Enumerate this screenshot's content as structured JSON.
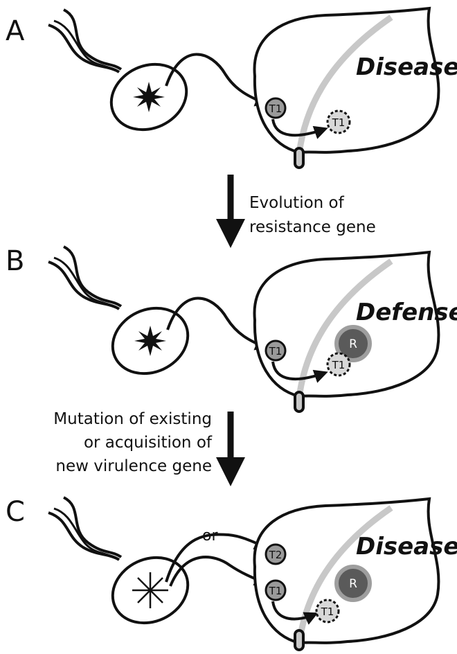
{
  "panels": [
    {
      "letter": "A",
      "outcome": "Disease",
      "effectors": [
        "T1"
      ],
      "secreted": "T1"
    },
    {
      "letter": "B",
      "outcome": "Defense",
      "effectors": [
        "T1"
      ],
      "secreted": "T1",
      "receptor": "R"
    },
    {
      "letter": "C",
      "outcome": "Disease",
      "effectors": [
        "T2",
        "T1"
      ],
      "secreted": "T1",
      "receptor": "R",
      "connector": "or"
    }
  ],
  "transitions": [
    {
      "lines": [
        "Evolution of",
        "resistance gene"
      ]
    },
    {
      "lines": [
        "Mutation of existing",
        "or acquisition of",
        "new virulence gene"
      ]
    }
  ],
  "colors": {
    "ink": "#111111",
    "vein": "#c8c8c8",
    "effector_fill": "#9a9a9a",
    "receptor_fill": "#5a5a5a",
    "receptor_ring": "#9e9e9e"
  }
}
